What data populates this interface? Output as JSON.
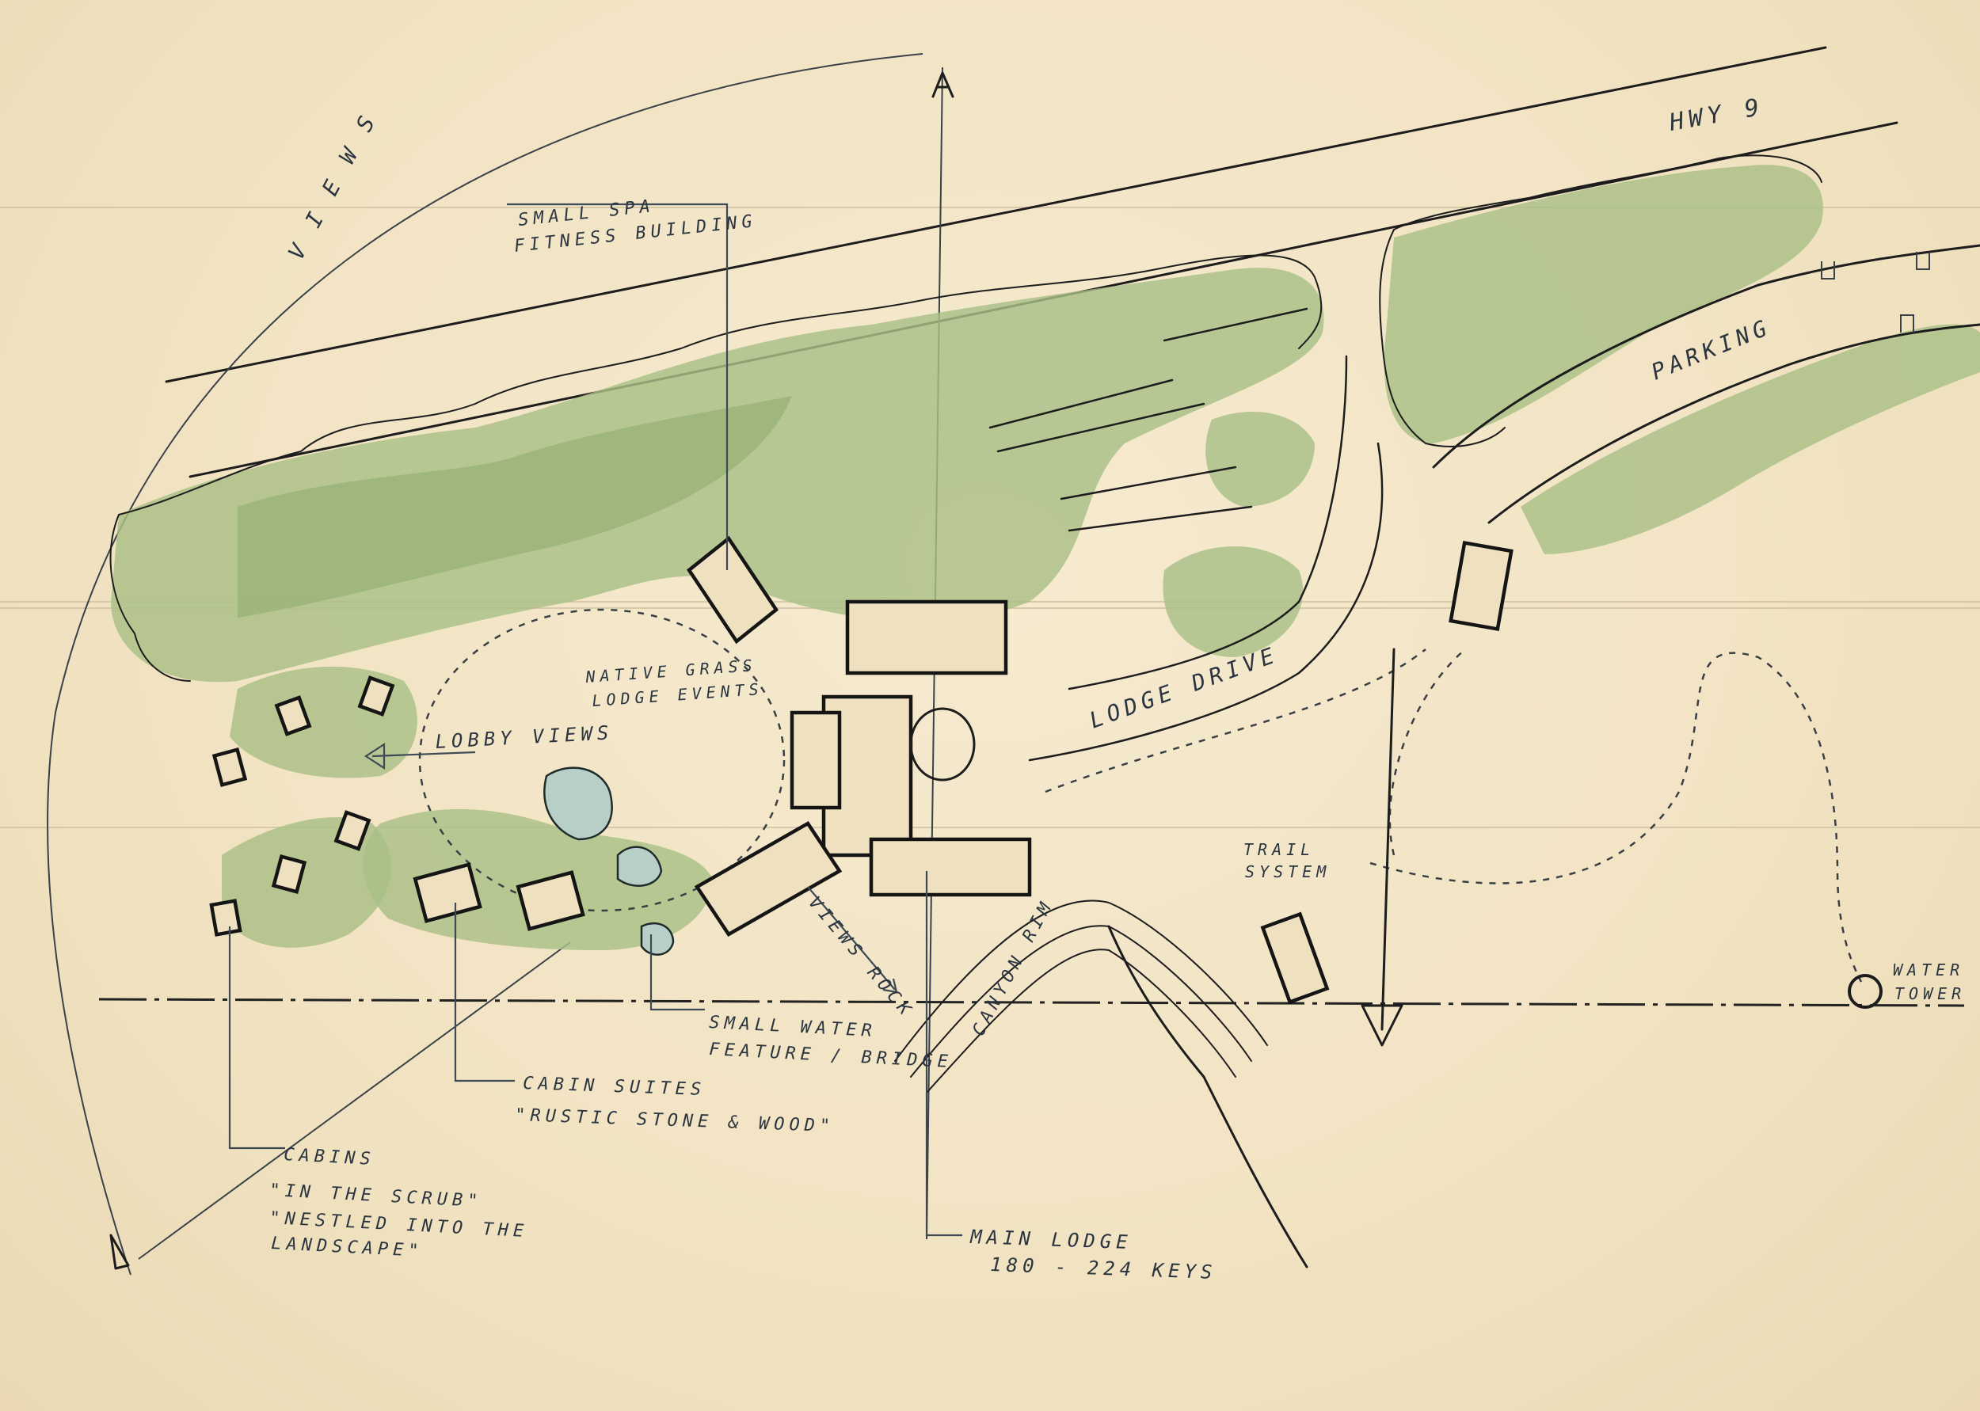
{
  "labels": {
    "hwy": "HWY 9",
    "spa": [
      "SMALL SPA",
      "FITNESS BUILDING"
    ],
    "views_arc": "V I E W S",
    "parking": "PARKING",
    "drive": "LODGE DRIVE",
    "native": [
      "NATIVE GRASS",
      "LODGE EVENTS"
    ],
    "lobby": "LOBBY VIEWS",
    "trail": [
      "TRAIL",
      "SYSTEM"
    ],
    "canyon": "CANYON RIM",
    "views_rock": "VIEWS ROCK",
    "water_feature": [
      "SMALL WATER",
      "FEATURE / BRIDGE"
    ],
    "cabin_suites": [
      "CABIN SUITES",
      "\"RUSTIC STONE & WOOD\""
    ],
    "cabins": [
      "CABINS",
      "\"IN THE SCRUB\"",
      "\"NESTLED INTO THE",
      "LANDSCAPE\""
    ],
    "main_lodge": [
      "MAIN LODGE",
      "180 - 224 KEYS"
    ],
    "water_tower": [
      "WATER",
      "TOWER"
    ],
    "north_marker": "A",
    "south_marker": "A"
  },
  "colors": {
    "paper": "#f3e6c8",
    "vegetation": "#a9bf86",
    "ink": "#1d1d1d",
    "water": "#b7cfc6"
  }
}
